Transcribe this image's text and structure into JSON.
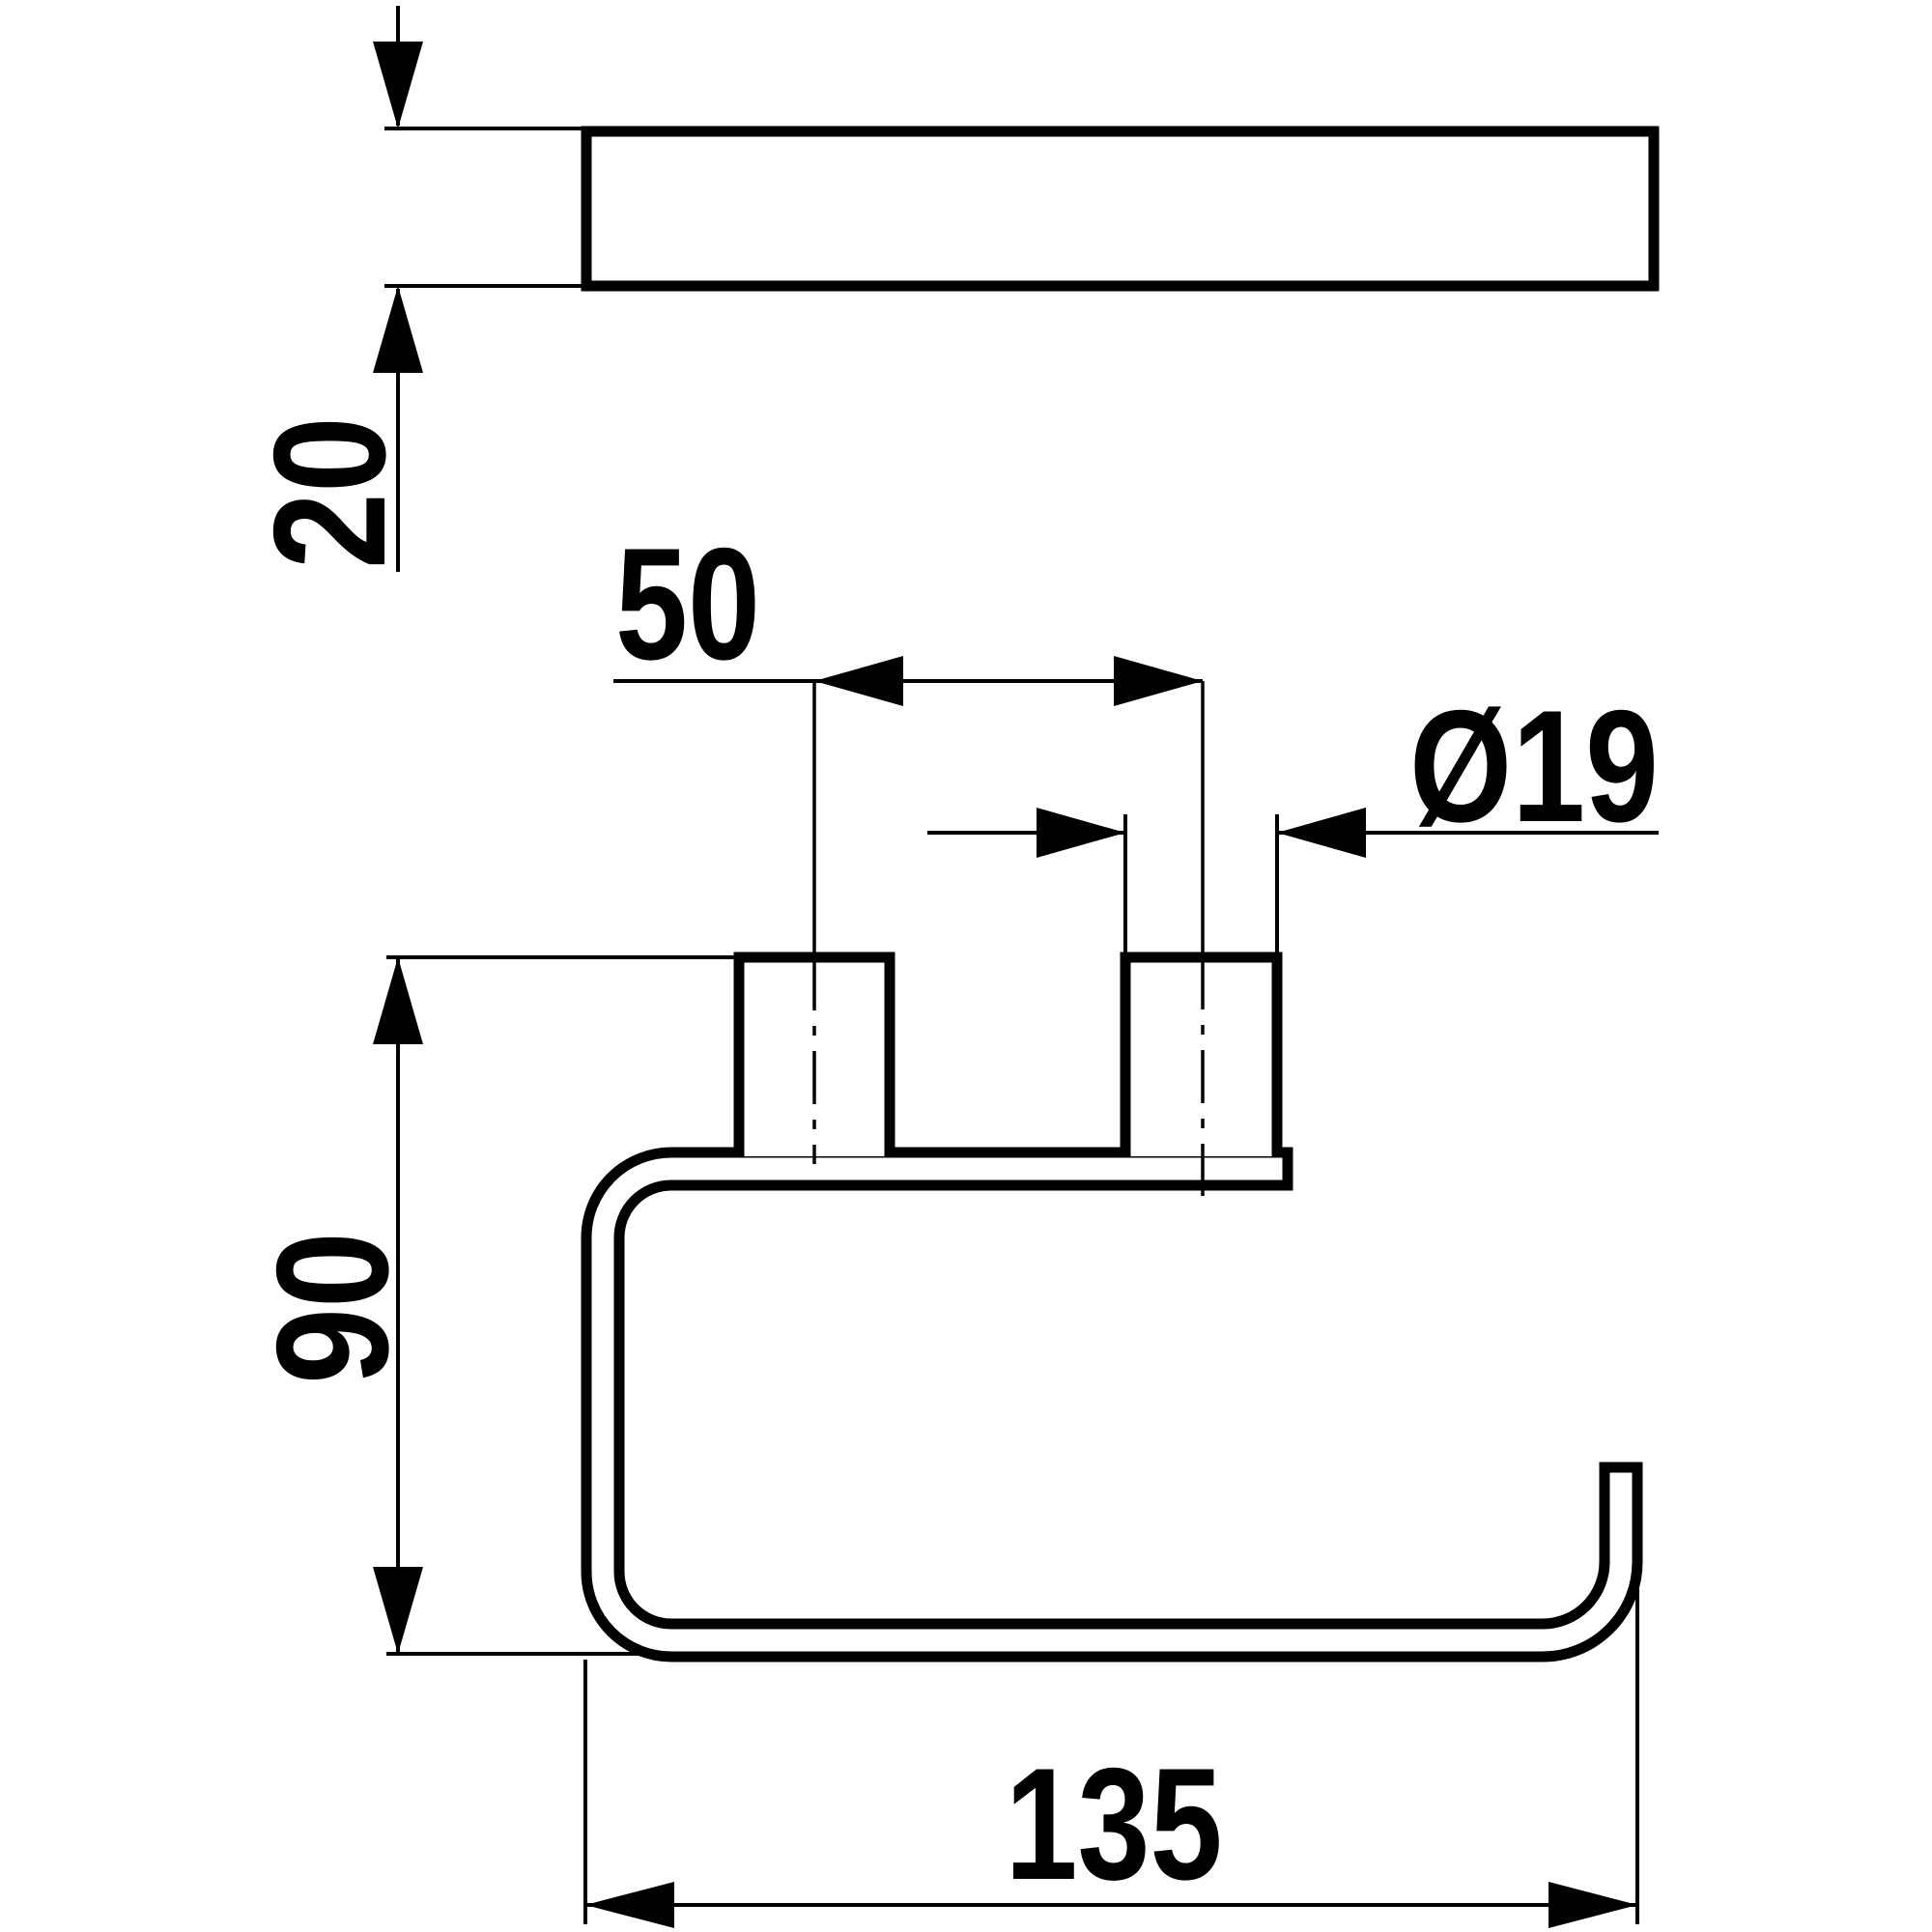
{
  "title": "Technical dimension drawing of wall-mounted holder (top view and front view)",
  "colors": {
    "background": "#ffffff",
    "ink": "#000000"
  },
  "dims": {
    "d20": "20",
    "d50": "50",
    "d19": "Ø19",
    "d90": "90",
    "d135": "135"
  }
}
